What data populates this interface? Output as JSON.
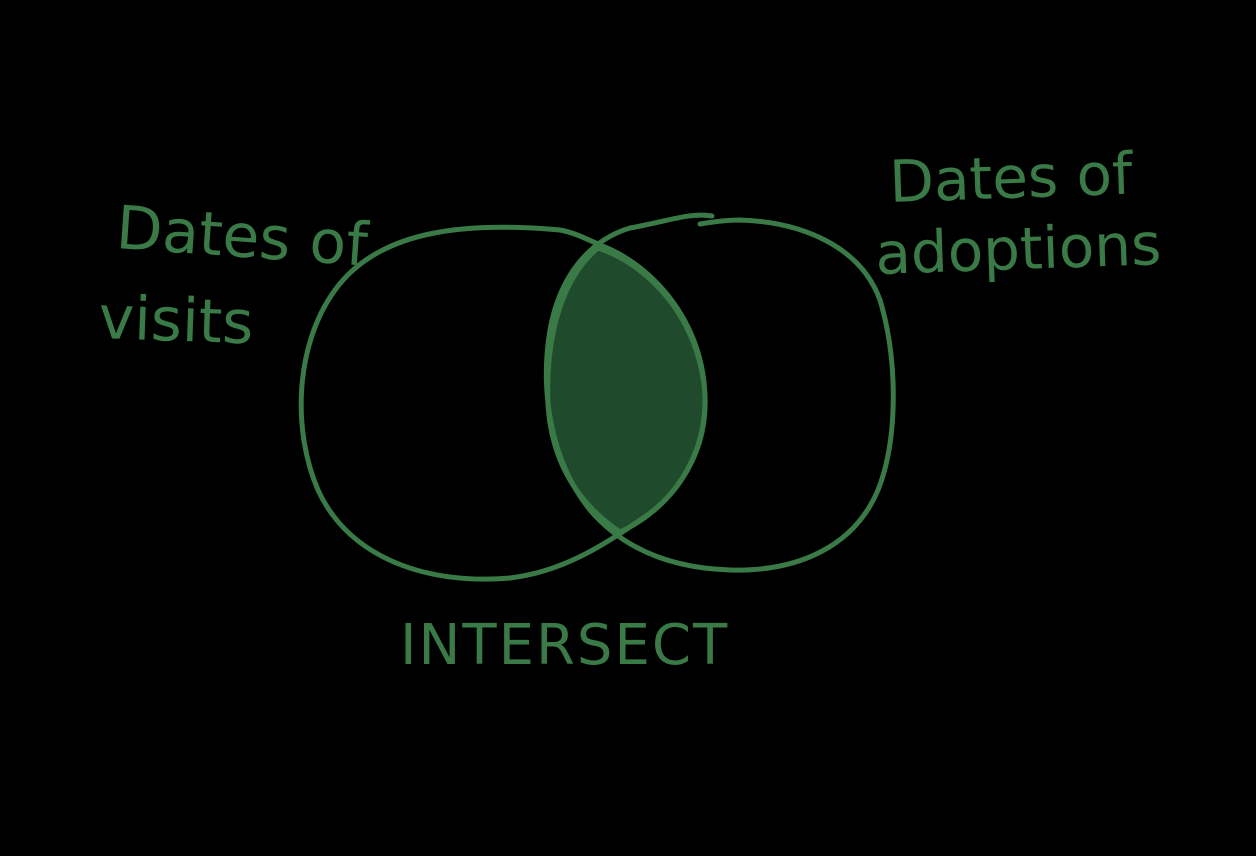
{
  "diagram": {
    "type": "venn",
    "colors": {
      "background": "#000000",
      "stroke": "#3a7a47",
      "fill": "#1f4a2c"
    },
    "left_set": {
      "label_lines": [
        "Dates of",
        "visits"
      ]
    },
    "right_set": {
      "label_lines": [
        "Dates of",
        "adoptions"
      ]
    },
    "intersection": {
      "label": "INTERSECT",
      "shaded": true
    }
  }
}
